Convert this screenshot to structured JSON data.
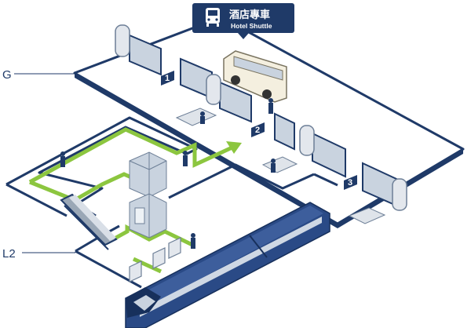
{
  "levels": {
    "ground": "G",
    "l2": "L2"
  },
  "gates": [
    "1",
    "2",
    "3"
  ],
  "callout": {
    "title_zh": "酒店專車",
    "title_en": "Hotel Shuttle",
    "icon": "bus-icon"
  },
  "colors": {
    "navy": "#1f3a68",
    "route": "#8cc63f",
    "floor": "#ffffff",
    "glass": "#c9d3df",
    "train": "#2a4a86"
  }
}
